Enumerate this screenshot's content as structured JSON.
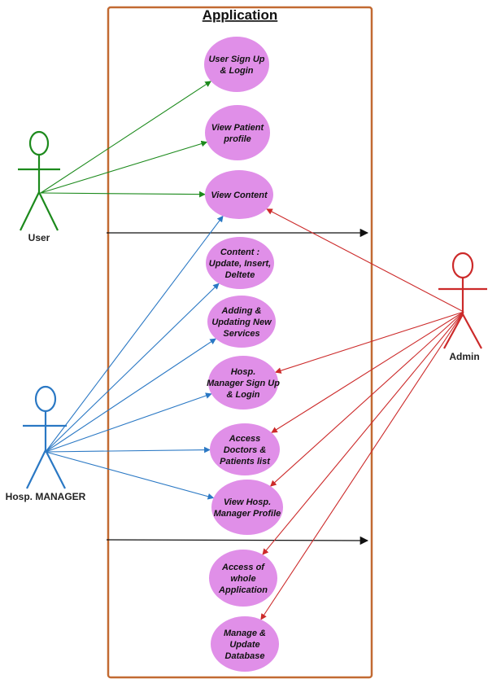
{
  "system": {
    "title": "Application",
    "border_color": "#c26a32"
  },
  "colors": {
    "user": "#1c8a1c",
    "manager": "#2a78c4",
    "admin": "#cc2a2a",
    "use_case_fill": "#e08fe8",
    "divider": "#111111"
  },
  "actors": {
    "user": {
      "label": "User"
    },
    "manager": {
      "label": "Hosp. MANAGER"
    },
    "admin": {
      "label": "Admin"
    }
  },
  "use_cases": [
    {
      "id": "signup",
      "lines": [
        "User Sign Up",
        "& Login"
      ]
    },
    {
      "id": "view_patient",
      "lines": [
        "View Patient",
        "profile"
      ]
    },
    {
      "id": "view_content",
      "lines": [
        "View Content"
      ]
    },
    {
      "id": "content_update",
      "lines": [
        "Content :",
        "Update, Insert,",
        "Deltete"
      ]
    },
    {
      "id": "services",
      "lines": [
        "Adding  &",
        "Updating New",
        "Services"
      ]
    },
    {
      "id": "mgr_signup",
      "lines": [
        "Hosp.",
        "Manager Sign Up",
        "& Login"
      ]
    },
    {
      "id": "access_docs",
      "lines": [
        "Access",
        "Doctors &",
        "Patients list"
      ]
    },
    {
      "id": "mgr_profile",
      "lines": [
        "View Hosp.",
        "Manager Profile"
      ]
    },
    {
      "id": "access_app",
      "lines": [
        "Access of",
        "whole",
        "Application"
      ]
    },
    {
      "id": "manage_db",
      "lines": [
        "Manage &",
        "Update",
        "Database"
      ]
    }
  ],
  "associations": {
    "user": [
      "signup",
      "view_patient",
      "view_content"
    ],
    "manager": [
      "view_content",
      "content_update",
      "services",
      "mgr_signup",
      "access_docs",
      "mgr_profile"
    ],
    "admin": [
      "view_content",
      "mgr_signup",
      "access_docs",
      "mgr_profile",
      "access_app",
      "manage_db"
    ]
  }
}
